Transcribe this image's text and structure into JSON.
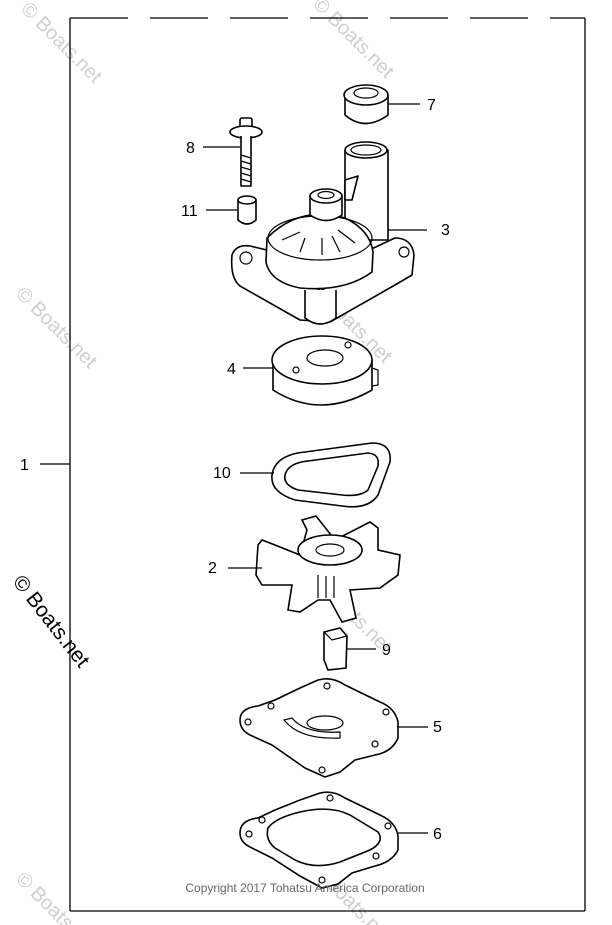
{
  "diagram": {
    "callouts": {
      "p1": "1",
      "p2": "2",
      "p3": "3",
      "p4": "4",
      "p5": "5",
      "p6": "6",
      "p7": "7",
      "p8": "8",
      "p9": "9",
      "p10": "10",
      "p11": "11"
    },
    "watermark": "© Boats.net",
    "copyright": "Copyright 2017 Tohatsu America Corporation"
  }
}
